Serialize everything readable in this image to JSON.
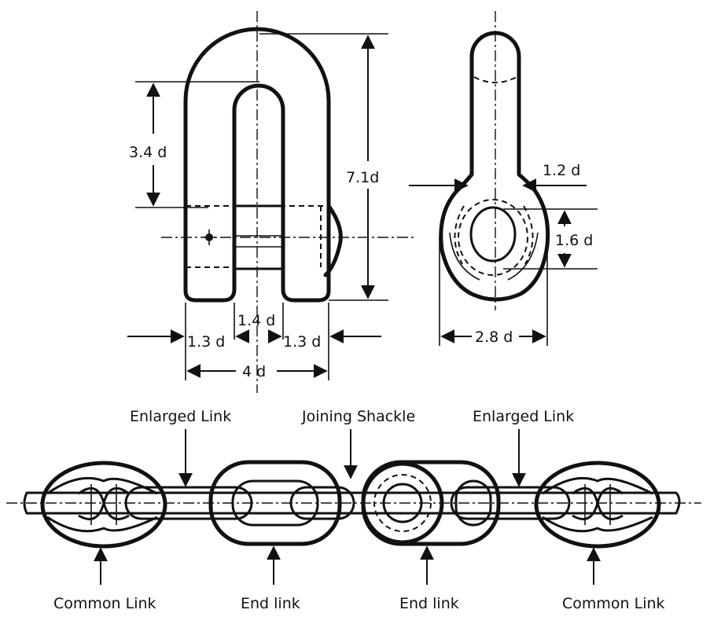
{
  "shackle_front": {
    "dims": {
      "inner_height": "3.4 d",
      "outer_height": "7.1d",
      "leg_left": "1.3 d",
      "gap": "1.4 d",
      "leg_right": "1.3 d",
      "width": "4 d"
    }
  },
  "shackle_side": {
    "dims": {
      "thickness": "1.2 d",
      "eye": "1.6 d",
      "width": "2.8 d"
    }
  },
  "chain": {
    "top_labels": {
      "enlarged_left": "Enlarged Link",
      "joining_shackle": "Joining Shackle",
      "enlarged_right": "Enlarged Link"
    },
    "bottom_labels": {
      "common_left": "Common Link",
      "end_left": "End link",
      "end_right": "End link",
      "common_right": "Common Link"
    }
  }
}
